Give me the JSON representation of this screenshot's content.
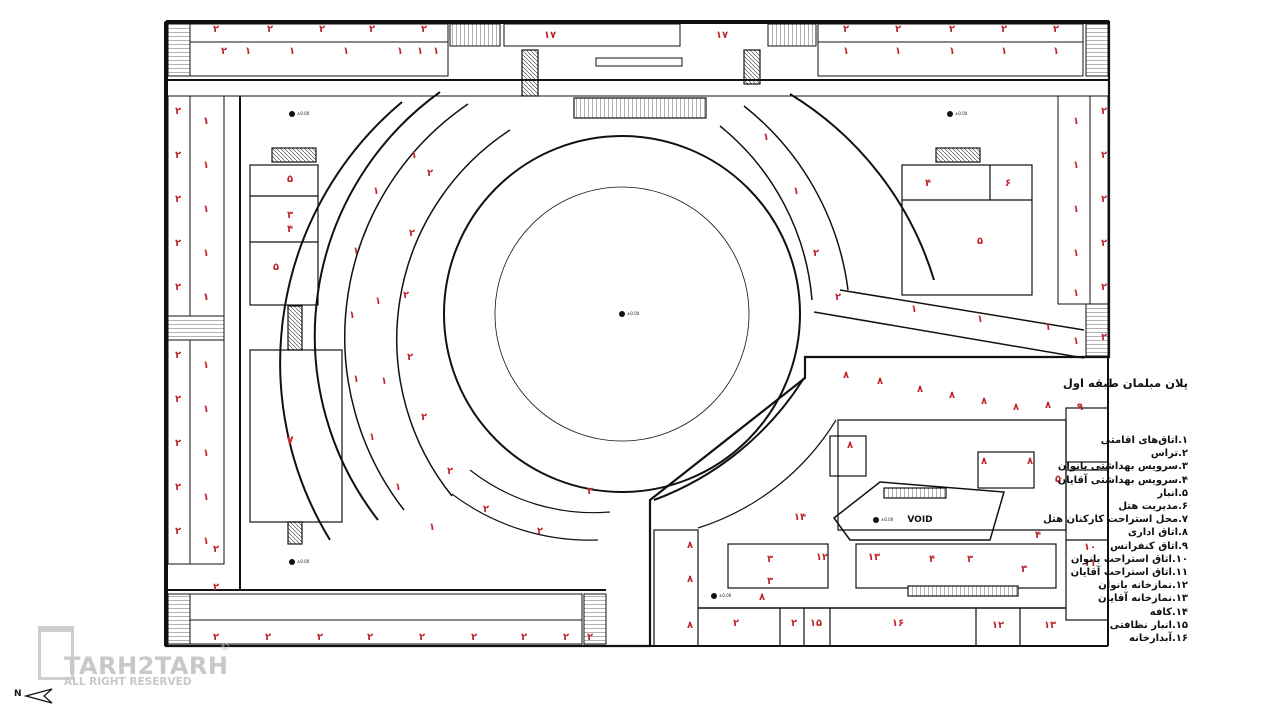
{
  "plan": {
    "title": "پلان مبلمان طبقه اول",
    "void_label": "VOID",
    "level_marks": [
      "±0.00",
      "±0.00",
      "±0.00",
      "±0.00",
      "±0.00",
      "±0.00"
    ],
    "room_numbers": {
      "north_wing": [
        "۲",
        "۲",
        "۲",
        "۲",
        "۲",
        "۲",
        "۱",
        "۱",
        "۱",
        "۱",
        "۱",
        "۱"
      ],
      "north_east_wing": [
        "۲",
        "۲",
        "۲",
        "۲",
        "۲",
        "۱",
        "۱",
        "۱",
        "۱",
        "۱"
      ],
      "west_wing": [
        "۲",
        "۲",
        "۲",
        "۲",
        "۲",
        "۲",
        "۲",
        "۲",
        "۲",
        "۲",
        "۲",
        "۲",
        "۱",
        "۱",
        "۱",
        "۱",
        "۱",
        "۱",
        "۱",
        "۱",
        "۱",
        "۱",
        "۱",
        "۱"
      ],
      "east_wing": [
        "۲",
        "۲",
        "۲",
        "۲",
        "۲",
        "۲",
        "۱",
        "۱",
        "۱",
        "۱",
        "۱",
        "۱"
      ],
      "south_wing": [
        "۲",
        "۲",
        "۲",
        "۲",
        "۲",
        "۲",
        "۲",
        "۲",
        "۲"
      ],
      "arc_outer": [
        "۱",
        "۱",
        "۱",
        "۱",
        "۱",
        "۱",
        "۱",
        "۱",
        "۱",
        "۱"
      ],
      "arc_inner": [
        "۲",
        "۲",
        "۲",
        "۲",
        "۲",
        "۲",
        "۲",
        "۲",
        "۲"
      ],
      "east_arc": [
        "۱",
        "۱",
        "۲",
        "۲",
        "۱",
        "۱",
        "۱"
      ],
      "service_north": [
        "۵",
        "۳",
        "۴",
        "۵"
      ],
      "service_northeast": [
        "۴",
        "۶",
        "۵"
      ],
      "terrace_west": "۷",
      "top_labels": [
        "۱۷",
        "۱۷"
      ],
      "office": [
        "۸",
        "۸",
        "۸",
        "۸",
        "۸",
        "۸",
        "۸",
        "۸",
        "۸",
        "۸",
        "۸",
        "۸",
        "۸",
        "۸",
        "۹",
        "۵",
        "۴",
        "۱۴",
        "۳",
        "۴",
        "۳",
        "۳",
        "۳",
        "۱۰",
        "۱۱",
        "۱۲",
        "۱۳",
        "۲",
        "۲",
        "۱۶",
        "۱۵",
        "۱۲",
        "۱۳"
      ]
    }
  },
  "legend": {
    "items": [
      "۱.اتاق‌های اقامتی",
      "۲.تراس",
      "۳.سرویس بهداشتی بانوان",
      "۴.سرویس بهداشتی آقایان",
      "۵.انبار",
      "۶.مدیریت هتل",
      "۷.محل استراحت کارکنان هتل",
      "۸.اتاق اداری",
      "۹.اتاق کنفرانس",
      "۱۰.اتاق استراحت بانوان",
      "۱۱.اتاق استراحت آقایان",
      "۱۲.نمازخانه بانوان",
      "۱۳.نمازخانه آقایان",
      "۱۴.کافه",
      "۱۵.انبار نظافتی",
      "۱۶.آبدارخانه"
    ]
  },
  "watermark": {
    "brand": "TARH2TARH",
    "registered": "©",
    "subtitle": "ALL RIGHT RESERVED"
  },
  "north_arrow": {
    "label": "N"
  },
  "colors": {
    "walls": "#111111",
    "room_numbers": "#c0272d",
    "watermark": "#c8c8c8"
  }
}
